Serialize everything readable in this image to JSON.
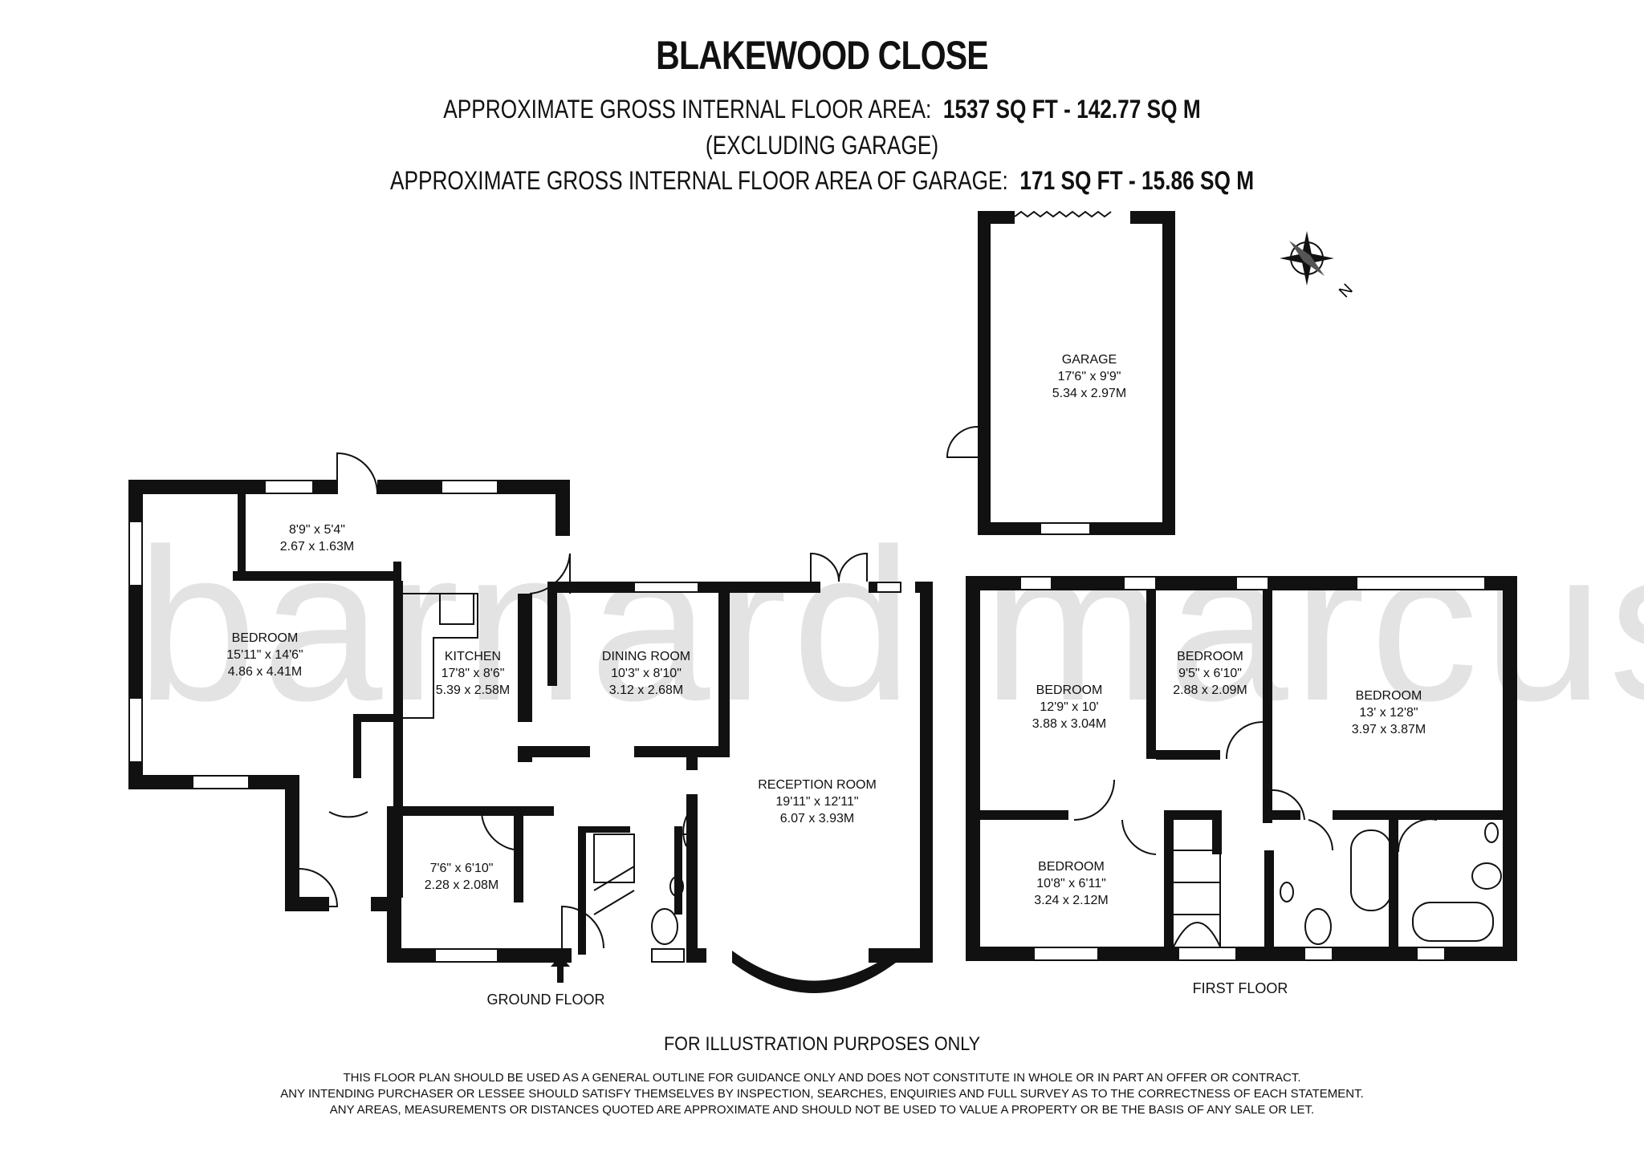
{
  "header": {
    "title": "BLAKEWOOD CLOSE",
    "area_label": "APPROXIMATE GROSS INTERNAL FLOOR AREA:",
    "area_value": "1537 SQ FT  -  142.77 SQ M",
    "excluding": "(EXCLUDING GARAGE)",
    "garage_label": "APPROXIMATE GROSS INTERNAL FLOOR AREA OF GARAGE:",
    "garage_value": "171 SQ FT  -  15.86 SQ M"
  },
  "watermark": "barnard marcus",
  "compass": {
    "label": "N"
  },
  "rooms": {
    "garage": {
      "name": "GARAGE",
      "imperial": "17'6\" x 9'9\"",
      "metric": "5.34 x 2.97M"
    },
    "utility": {
      "imperial": "8'9\" x 5'4\"",
      "metric": "2.67 x 1.63M"
    },
    "gf_bedroom": {
      "name": "BEDROOM",
      "imperial": "15'11\" x 14'6\"",
      "metric": "4.86 x 4.41M"
    },
    "kitchen": {
      "name": "KITCHEN",
      "imperial": "17'8\" x 8'6\"",
      "metric": "5.39 x 2.58M"
    },
    "dining": {
      "name": "DINING ROOM",
      "imperial": "10'3\" x 8'10\"",
      "metric": "3.12 x 2.68M"
    },
    "reception": {
      "name": "RECEPTION ROOM",
      "imperial": "19'11\" x 12'11\"",
      "metric": "6.07 x 3.93M"
    },
    "small": {
      "imperial": "7'6\" x 6'10\"",
      "metric": "2.28 x 2.08M"
    },
    "ff_bed1": {
      "name": "BEDROOM",
      "imperial": "12'9\" x 10'",
      "metric": "3.88 x 3.04M"
    },
    "ff_bed2": {
      "name": "BEDROOM",
      "imperial": "9'5\" x 6'10\"",
      "metric": "2.88 x 2.09M"
    },
    "ff_bed3": {
      "name": "BEDROOM",
      "imperial": "13' x 12'8\"",
      "metric": "3.97 x 3.87M"
    },
    "ff_bed4": {
      "name": "BEDROOM",
      "imperial": "10'8\" x 6'11\"",
      "metric": "3.24 x 2.12M"
    }
  },
  "floors": {
    "ground": "GROUND FLOOR",
    "first": "FIRST FLOOR"
  },
  "footer": {
    "note": "FOR ILLUSTRATION PURPOSES ONLY",
    "line1": "THIS FLOOR PLAN SHOULD BE USED AS A GENERAL OUTLINE FOR GUIDANCE ONLY AND DOES NOT CONSTITUTE IN WHOLE OR IN PART AN OFFER OR CONTRACT.",
    "line2": "ANY INTENDING PURCHASER OR LESSEE SHOULD SATISFY THEMSELVES BY INSPECTION, SEARCHES, ENQUIRIES AND FULL SURVEY AS TO THE CORRECTNESS OF EACH STATEMENT.",
    "line3": "ANY AREAS, MEASUREMENTS OR DISTANCES QUOTED ARE APPROXIMATE AND SHOULD NOT BE USED TO VALUE A PROPERTY OR BE THE BASIS OF ANY SALE OR LET."
  }
}
